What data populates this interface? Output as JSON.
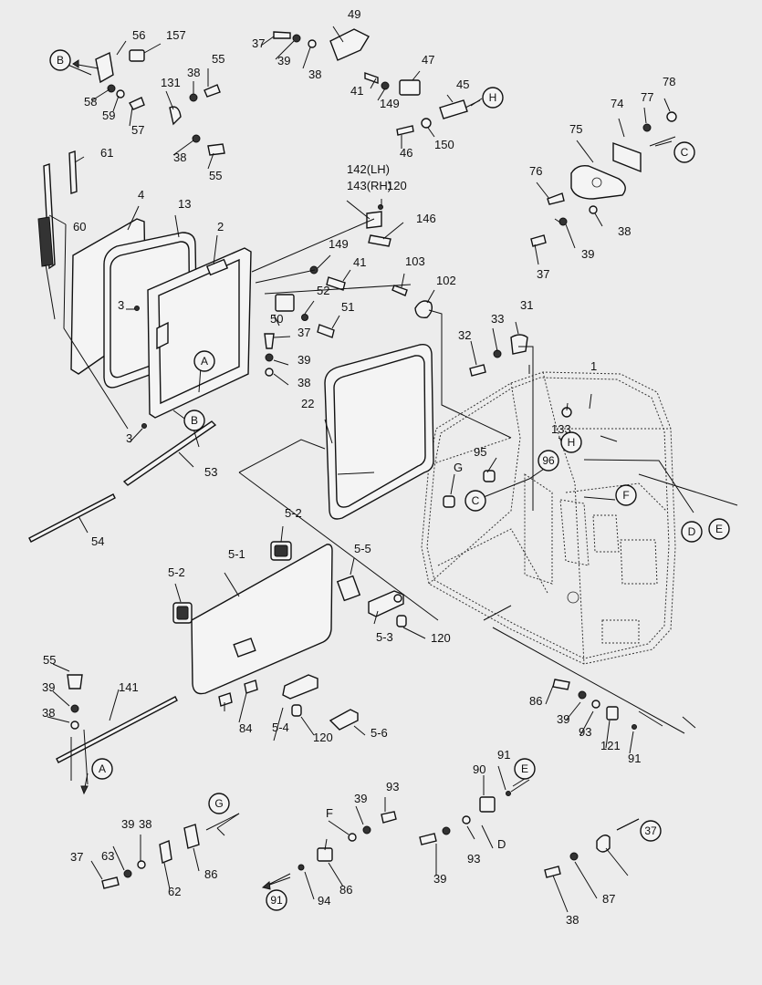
{
  "callout_labels": [
    "B",
    "56",
    "157",
    "37",
    "39",
    "38",
    "49",
    "47",
    "41",
    "149",
    "45",
    "H",
    "58",
    "59",
    "57",
    "131",
    "38",
    "55",
    "38",
    "55",
    "46",
    "150",
    "74",
    "77",
    "78",
    "C",
    "75",
    "76",
    "38",
    "37",
    "39",
    "61",
    "60",
    "4",
    "13",
    "2",
    "142(LH)",
    "143(RH)",
    "120",
    "146",
    "149",
    "41",
    "52",
    "51",
    "50",
    "37",
    "39",
    "38",
    "3",
    "A",
    "B",
    "3",
    "53",
    "54",
    "103",
    "102",
    "31",
    "32",
    "33",
    "1",
    "133",
    "H",
    "95",
    "96",
    "G",
    "C",
    "F",
    "D",
    "E",
    "22",
    "5-2",
    "5-1",
    "5-5",
    "5-2",
    "5-3",
    "120",
    "55",
    "141",
    "39",
    "38",
    "A",
    "84",
    "5-4",
    "120",
    "5-6",
    "86",
    "39",
    "93",
    "121",
    "91",
    "G",
    "90",
    "91",
    "E",
    "39",
    "38",
    "37",
    "63",
    "62",
    "86",
    "93",
    "39",
    "F",
    "91",
    "94",
    "86",
    "39",
    "93",
    "D",
    "37",
    "38",
    "87"
  ],
  "circle_refs": [
    "A",
    "B",
    "C",
    "D",
    "E",
    "F",
    "G",
    "H"
  ]
}
